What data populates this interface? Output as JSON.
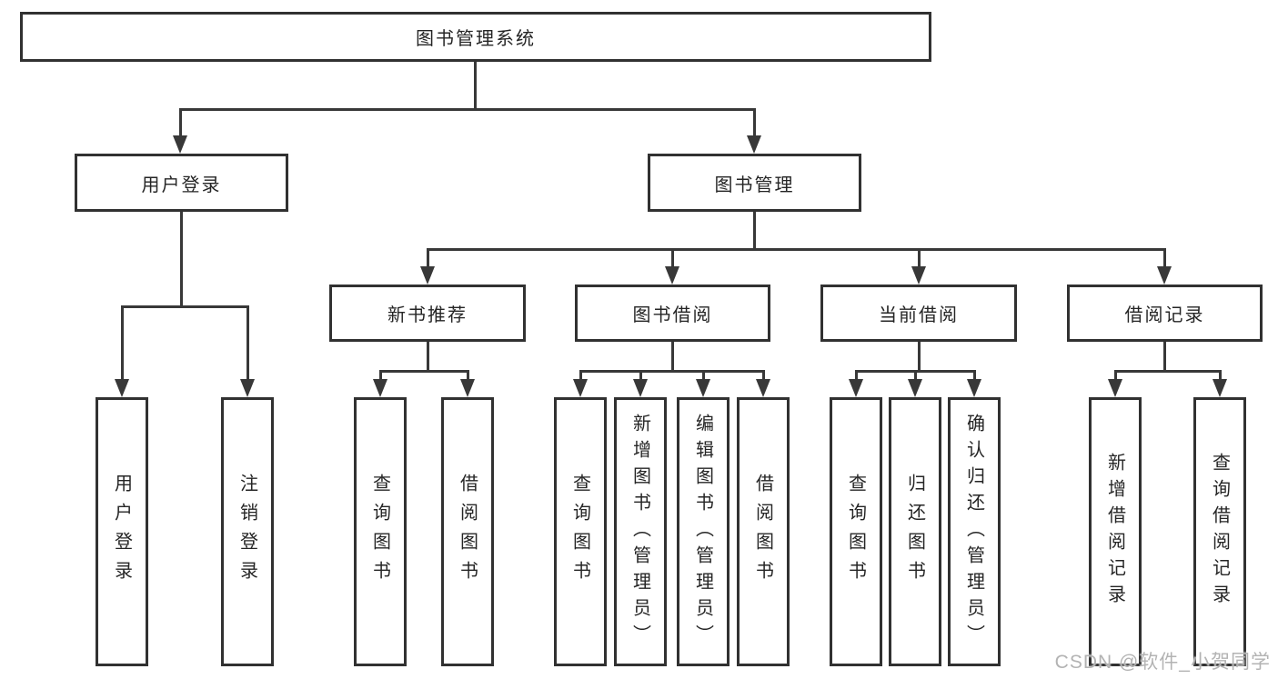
{
  "diagram_title": "图书管理系统",
  "watermark": "CSDN @软件_小贺同学",
  "nodes": [
    {
      "id": "root",
      "label": "图书管理系统",
      "level": 1,
      "parent": null,
      "vertical": false
    },
    {
      "id": "user-login",
      "label": "用户登录",
      "level": 2,
      "parent": "root",
      "vertical": false
    },
    {
      "id": "book-mgmt",
      "label": "图书管理",
      "level": 2,
      "parent": "root",
      "vertical": false
    },
    {
      "id": "new-book-rec",
      "label": "新书推荐",
      "level": 3,
      "parent": "book-mgmt",
      "vertical": false
    },
    {
      "id": "book-borrow",
      "label": "图书借阅",
      "level": 3,
      "parent": "book-mgmt",
      "vertical": false
    },
    {
      "id": "current-borrow",
      "label": "当前借阅",
      "level": 3,
      "parent": "book-mgmt",
      "vertical": false
    },
    {
      "id": "borrow-records",
      "label": "借阅记录",
      "level": 3,
      "parent": "book-mgmt",
      "vertical": false
    },
    {
      "id": "login",
      "label": "用户登录",
      "level": 4,
      "parent": "user-login",
      "vertical": true
    },
    {
      "id": "logout",
      "label": "注销登录",
      "level": 4,
      "parent": "user-login",
      "vertical": true
    },
    {
      "id": "query-books-1",
      "label": "查询图书",
      "level": 4,
      "parent": "new-book-rec",
      "vertical": true
    },
    {
      "id": "borrow-books-1",
      "label": "借阅图书",
      "level": 4,
      "parent": "new-book-rec",
      "vertical": true
    },
    {
      "id": "query-books-2",
      "label": "查询图书",
      "level": 4,
      "parent": "book-borrow",
      "vertical": true
    },
    {
      "id": "add-books",
      "label": "新增图书（管理员）",
      "level": 4,
      "parent": "book-borrow",
      "vertical": true
    },
    {
      "id": "edit-books",
      "label": "编辑图书（管理员）",
      "level": 4,
      "parent": "book-borrow",
      "vertical": true
    },
    {
      "id": "borrow-books-2",
      "label": "借阅图书",
      "level": 4,
      "parent": "book-borrow",
      "vertical": true
    },
    {
      "id": "query-books-3",
      "label": "查询图书",
      "level": 4,
      "parent": "current-borrow",
      "vertical": true
    },
    {
      "id": "return-books",
      "label": "归还图书",
      "level": 4,
      "parent": "current-borrow",
      "vertical": true
    },
    {
      "id": "confirm-return",
      "label": "确认归还（管理员）",
      "level": 4,
      "parent": "current-borrow",
      "vertical": true
    },
    {
      "id": "add-borrow-record",
      "label": "新增借阅记录",
      "level": 4,
      "parent": "borrow-records",
      "vertical": true
    },
    {
      "id": "query-borrow-record",
      "label": "查询借阅记录",
      "level": 4,
      "parent": "borrow-records",
      "vertical": true
    }
  ]
}
